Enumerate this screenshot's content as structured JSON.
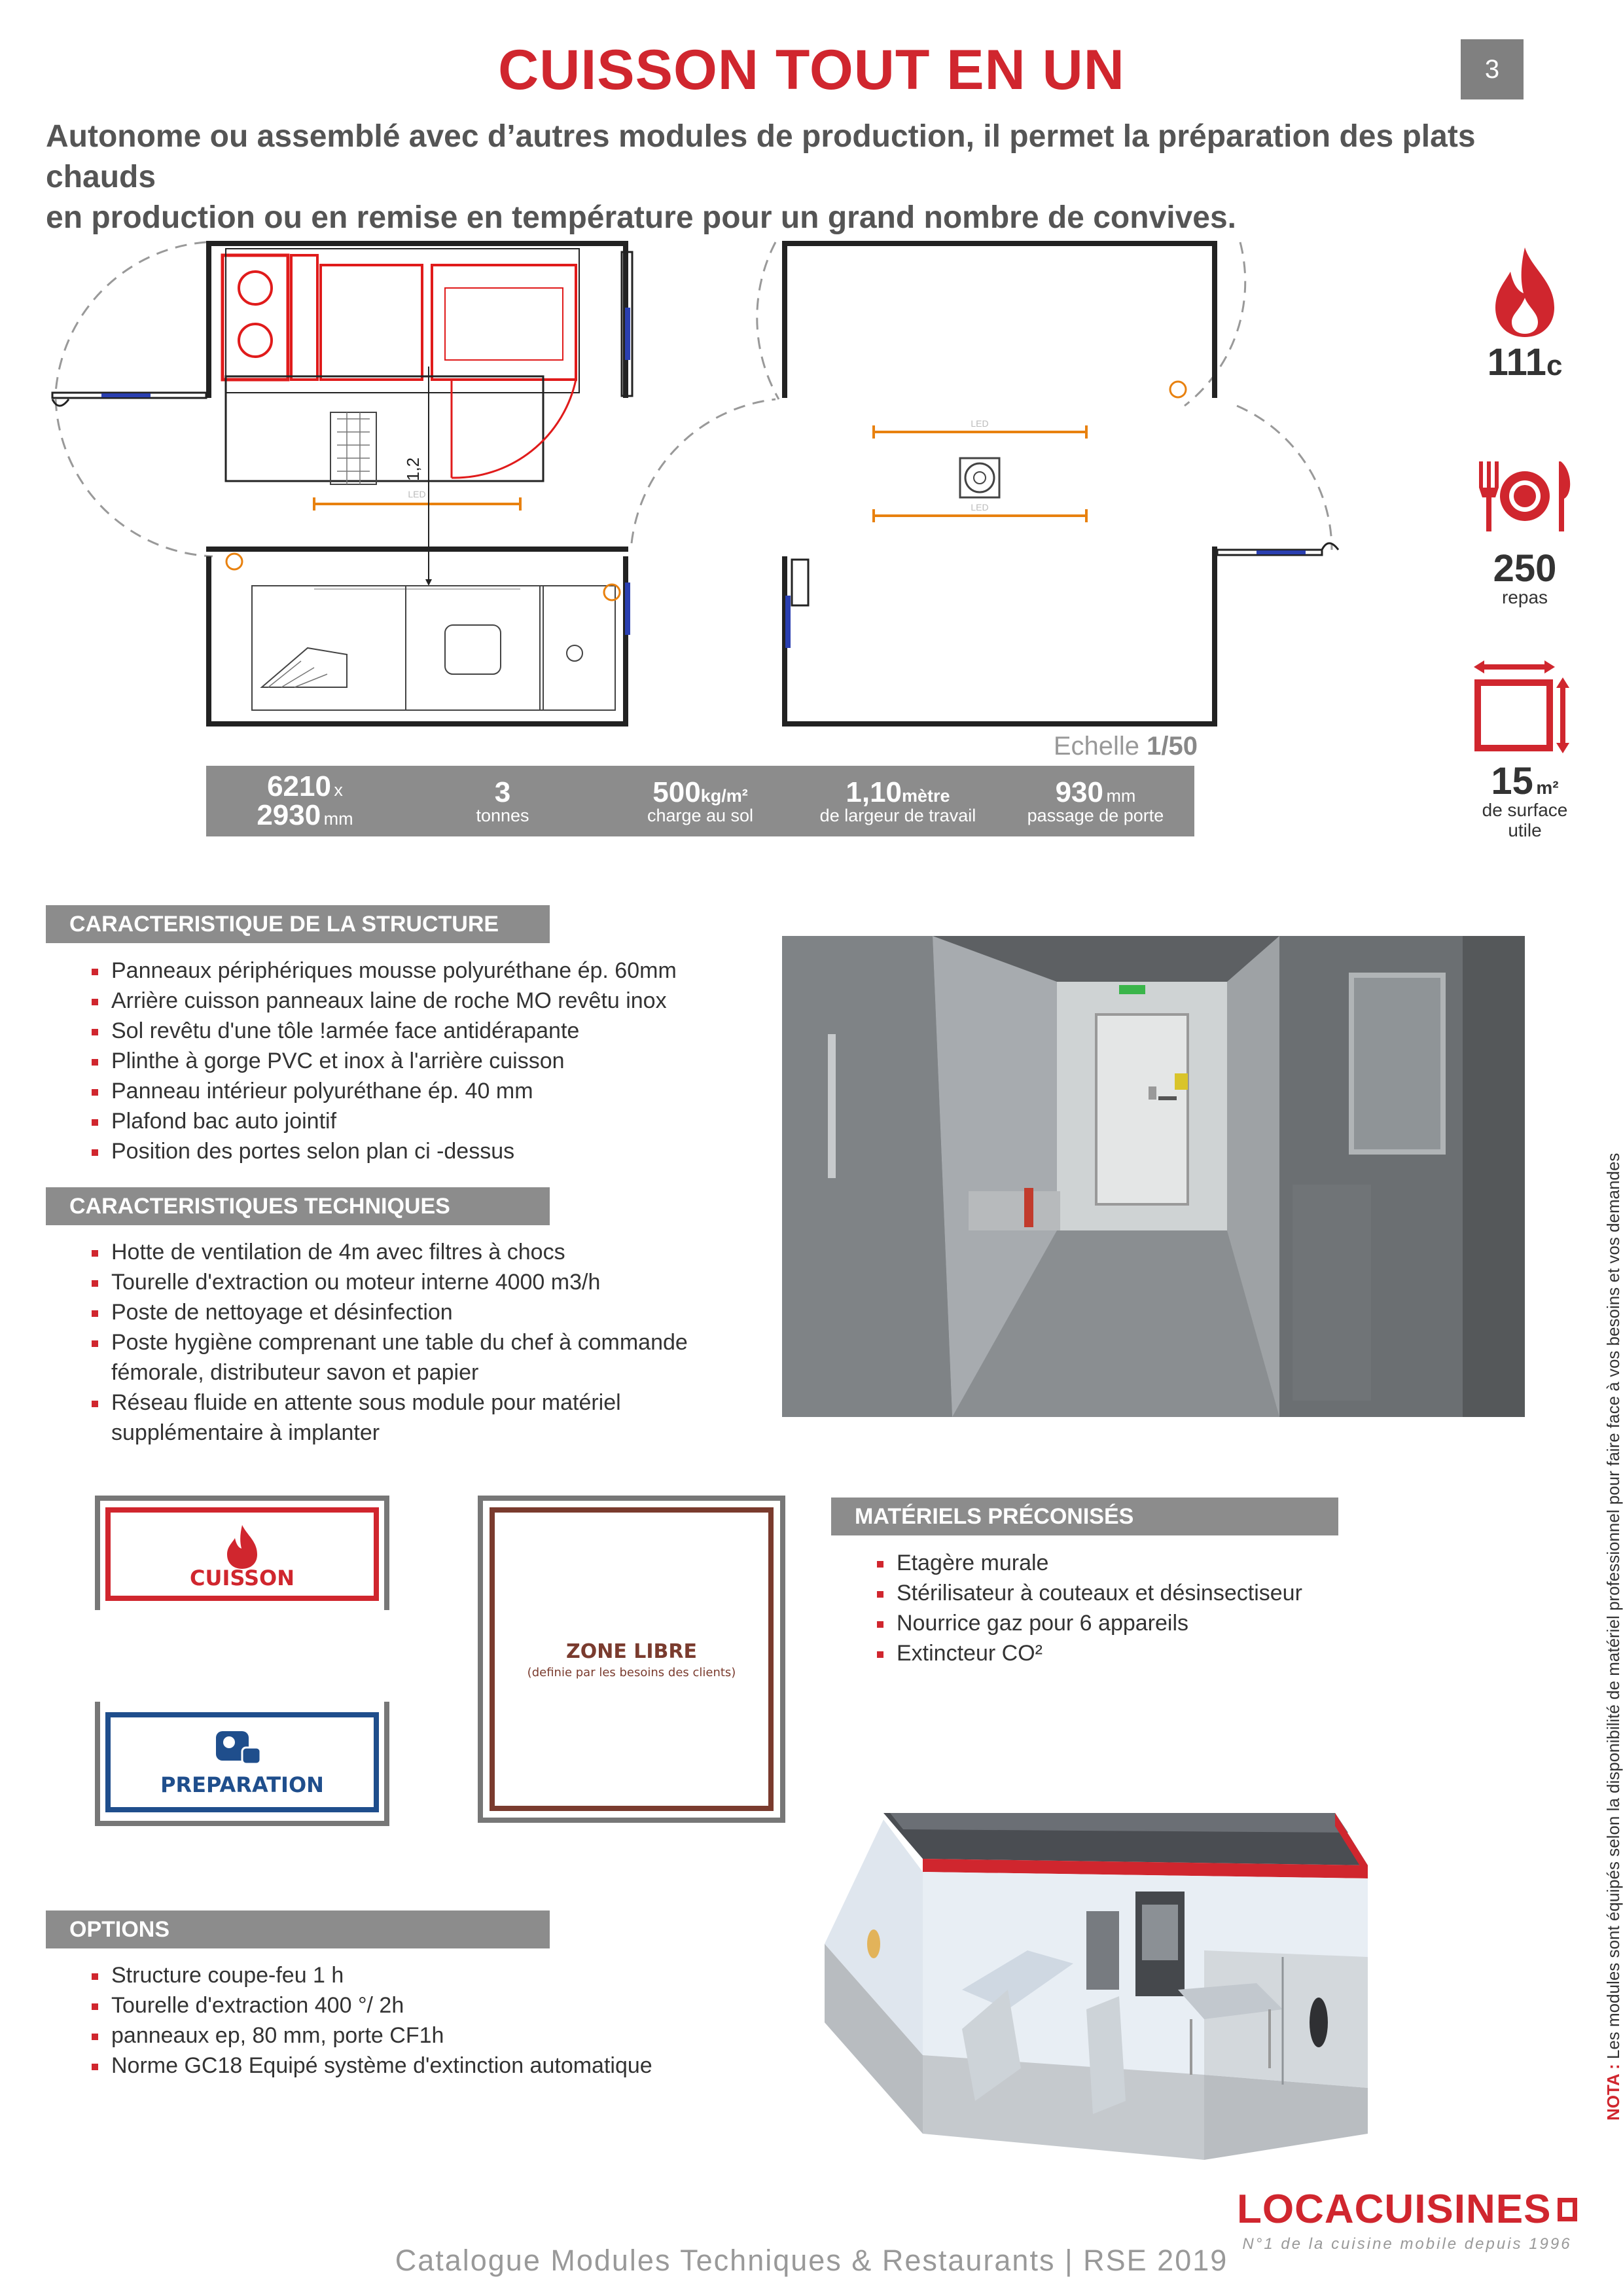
{
  "header": {
    "title": "CUISSON TOUT EN UN",
    "page_number": "3",
    "intro_line1": "Autonome ou assemblé avec d’autres modules de production, il permet la préparation des plats chauds",
    "intro_line2": "en production ou en remise en température pour un grand nombre de convives."
  },
  "plan": {
    "dim_label": "1,2",
    "led_label": "LED",
    "scale_prefix": "Echelle",
    "scale_value": "1/50"
  },
  "specs": {
    "length": "6210",
    "times": "x",
    "width": "2930",
    "mm": "mm",
    "weight": "3",
    "weight_unit": "tonnes",
    "load": "500",
    "load_unit": "kg/m²",
    "load_label": "charge au sol",
    "work_width": "1,10",
    "work_unit": "mètre",
    "work_label": "de largeur de travail",
    "door": "930",
    "door_unit": "mm",
    "door_label": "passage de porte"
  },
  "side_stats": {
    "power": "111",
    "power_unit": "c",
    "meals": "250",
    "meals_label": "repas",
    "surface": "15",
    "surface_unit": "m²",
    "surface_label1": "de surface",
    "surface_label2": "utile"
  },
  "sections": {
    "structure": {
      "title": "CARACTERISTIQUE DE LA STRUCTURE",
      "items": [
        "Panneaux périphériques mousse polyuréthane ép. 60mm",
        "Arrière cuisson panneaux laine de roche MO revêtu inox",
        "Sol revêtu d'une tôle !armée face antidérapante",
        "Plinthe à gorge PVC et inox à l'arrière cuisson",
        "Panneau intérieur polyuréthane ép. 40 mm",
        "Plafond bac auto jointif",
        "Position des portes selon plan ci -dessus"
      ]
    },
    "technique": {
      "title": "CARACTERISTIQUES TECHNIQUES",
      "items": [
        "Hotte de ventilation de 4m avec filtres à chocs",
        "Tourelle d'extraction ou moteur interne 4000 m3/h",
        "Poste de nettoyage et désinfection",
        "Poste hygiène comprenant une table du chef à commande",
        "fémorale, distributeur savon et papier",
        "Réseau fluide en attente sous module pour matériel",
        "supplémentaire à implanter"
      ]
    },
    "materiels": {
      "title": "MATÉRIELS PRÉCONISÉS",
      "items": [
        "Etagère murale",
        "Stérilisateur à couteaux et désinsectiseur",
        "Nourrice gaz pour 6 appareils",
        "Extincteur CO²"
      ]
    },
    "options": {
      "title": "OPTIONS",
      "items": [
        "Structure coupe-feu 1 h",
        "Tourelle d'extraction 400 °/ 2h",
        "panneaux ep, 80 mm, porte CF1h",
        "Norme GC18 Equipé système d'extinction automatique"
      ]
    }
  },
  "zones": {
    "cuisson": "CUISSON",
    "preparation": "PREPARATION",
    "libre": "ZONE LIBRE",
    "libre_sub": "(definie par les besoins des clients)"
  },
  "nota": {
    "label": "NOTA :",
    "text": " Les modules sont équipés selon la disponibilité de matériel professionnel pour  faire face à vos besoins et vos demandes"
  },
  "logo": {
    "brand": "LOCACUISINES",
    "tagline": "N°1 de la cuisine mobile depuis 1996"
  },
  "footer": "Catalogue Modules Techniques & Restaurants | RSE 2019",
  "colors": {
    "accent_red": "#d0262e",
    "grey_bar": "#8c8c8c",
    "blue": "#1f4e8c",
    "brown": "#7a3b2e"
  }
}
